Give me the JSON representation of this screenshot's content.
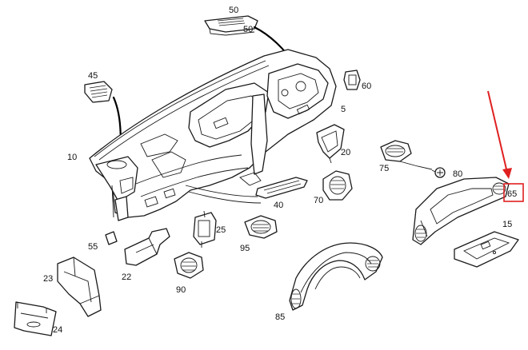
{
  "labels": {
    "p50": "50",
    "p50b": "50",
    "p45": "45",
    "p60": "60",
    "p5": "5",
    "p10": "10",
    "p20": "20",
    "p75": "75",
    "p80": "80",
    "p70": "70",
    "p40": "40",
    "p65": "65",
    "p55": "55",
    "p25": "25",
    "p15": "15",
    "p22": "22",
    "p95": "95",
    "p23": "23",
    "p90": "90",
    "p85": "85",
    "p24": "24"
  },
  "highlight": {
    "color": "#e02020",
    "part": "65"
  }
}
